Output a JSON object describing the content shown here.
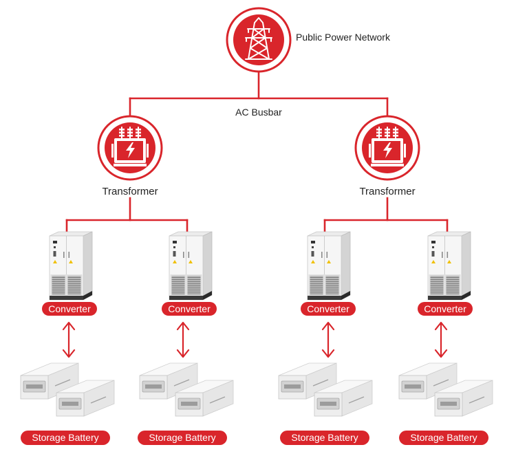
{
  "colors": {
    "accent": "#d9252b",
    "text": "#222222",
    "pill_text": "#ffffff"
  },
  "network": {
    "label": "Public Power Network",
    "icon": "transmission-tower-icon"
  },
  "busbar": {
    "label": "AC Busbar"
  },
  "transformers": [
    {
      "label": "Transformer",
      "icon": "transformer-icon"
    },
    {
      "label": "Transformer",
      "icon": "transformer-icon"
    }
  ],
  "converters": [
    {
      "label": "Converter",
      "icon": "converter-cabinet-icon"
    },
    {
      "label": "Converter",
      "icon": "converter-cabinet-icon"
    },
    {
      "label": "Converter",
      "icon": "converter-cabinet-icon"
    },
    {
      "label": "Converter",
      "icon": "converter-cabinet-icon"
    }
  ],
  "batteries": [
    {
      "label": "Storage Battery",
      "icon": "battery-module-icon"
    },
    {
      "label": "Storage Battery",
      "icon": "battery-module-icon"
    },
    {
      "label": "Storage Battery",
      "icon": "battery-module-icon"
    },
    {
      "label": "Storage Battery",
      "icon": "battery-module-icon"
    }
  ]
}
